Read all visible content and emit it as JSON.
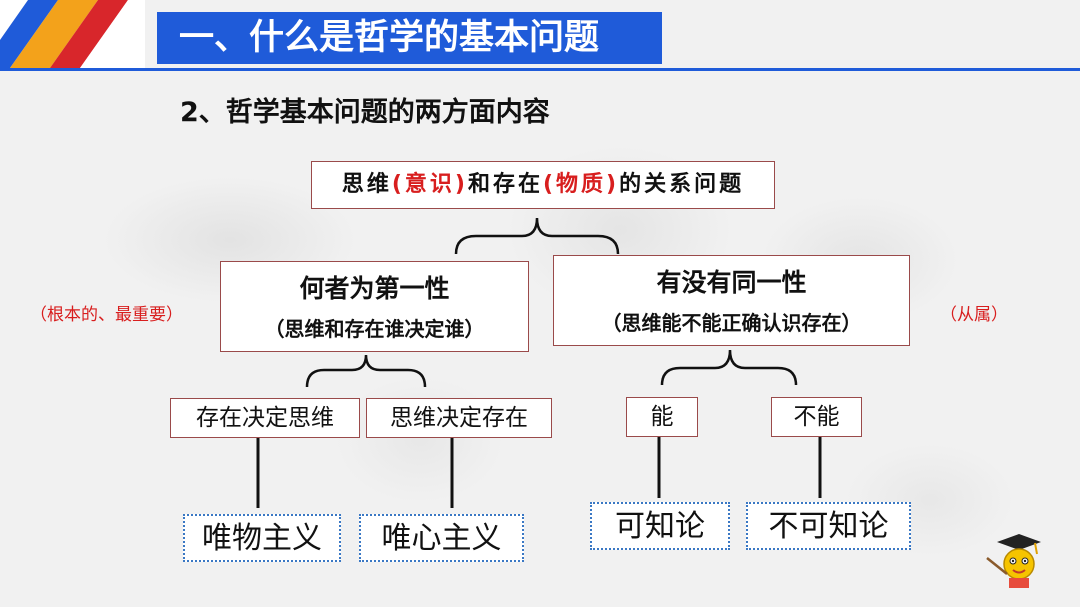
{
  "header": {
    "title": "一、什么是哲学的基本问题",
    "subtitle": "2、哲学基本问题的两方面内容"
  },
  "diagram": {
    "root": {
      "prefix": "思维",
      "paren1": "(意识)",
      "mid": "和存在",
      "paren2": "(物质)",
      "suffix": "的关系问题"
    },
    "aspect1": {
      "title": "何者为第一性",
      "sub": "（思维和存在谁决定谁）",
      "note": "（根本的、最重要）"
    },
    "aspect2": {
      "title": "有没有同一性",
      "sub": "（思维能不能正确认识存在）",
      "note": "（从属）"
    },
    "answers": {
      "a1": "存在决定思维",
      "a2": "思维决定存在",
      "a3": "能",
      "a4": "不能"
    },
    "schools": {
      "s1": "唯物主义",
      "s2": "唯心主义",
      "s3": "可知论",
      "s4": "不可知论"
    }
  },
  "colors": {
    "title_bg": "#1f5bd9",
    "accent_red": "#d81e1e",
    "box_border": "#9a4a4a",
    "dotted_border": "#3a78c4",
    "stripe_blue": "#1f5bd9",
    "stripe_orange": "#f3a21b",
    "stripe_red": "#d8262b"
  },
  "icons": {
    "teacher": "teacher-mascot-icon"
  }
}
